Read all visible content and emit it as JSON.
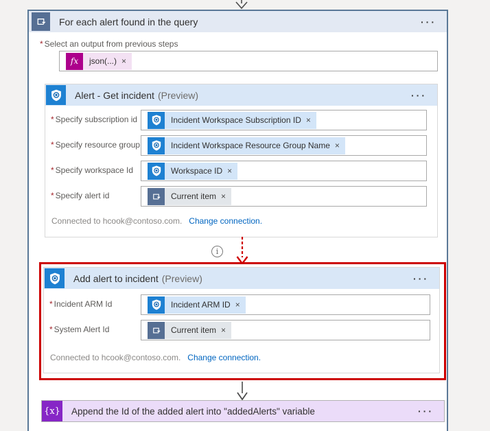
{
  "icons": {
    "more": "···",
    "close": "×",
    "info": "i",
    "fx": "fx",
    "variable": "{x}"
  },
  "required_marker": "*",
  "colors": {
    "canvas_bg": "#f3f2f1",
    "scope_border": "#5a7897",
    "scope_header_bg": "#e3e9f3",
    "foreach_slate": "#566f94",
    "sentinel_blue": "#1e81d2",
    "sentinel_header_bg": "#d9e7f7",
    "sentinel_pill_bg": "#d3e5f8",
    "loop_pill_bg": "#e2e6ea",
    "expression_magenta": "#ad008c",
    "expression_pill_bg": "#f3e1f3",
    "variable_purple": "#8626c6",
    "variable_header_bg": "#ebdcf9",
    "selection_red": "#cc0000",
    "link_blue": "#0065c0"
  },
  "flow": {
    "foreach": {
      "title": "For each alert found in the query",
      "output_label": "Select an output from previous steps",
      "expression_token": "json(...)"
    },
    "get_incident": {
      "title": "Alert - Get incident",
      "badge": "(Preview)",
      "fields": [
        {
          "label": "Specify subscription id",
          "token": "Incident Workspace Subscription ID"
        },
        {
          "label": "Specify resource group",
          "token": "Incident Workspace Resource Group Name"
        },
        {
          "label": "Specify workspace Id",
          "token": "Workspace ID"
        },
        {
          "label": "Specify alert id",
          "token": "Current item"
        }
      ],
      "connected": "Connected to hcook@contoso.com.",
      "change_connection": "Change connection."
    },
    "add_alert": {
      "title": "Add alert to incident",
      "badge": "(Preview)",
      "fields": [
        {
          "label": "Incident ARM Id",
          "token": "Incident ARM ID"
        },
        {
          "label": "System Alert Id",
          "token": "Current item"
        }
      ],
      "connected": "Connected to hcook@contoso.com.",
      "change_connection": "Change connection."
    },
    "append": {
      "title": "Append the Id of the added alert into \"addedAlerts\" variable"
    }
  }
}
